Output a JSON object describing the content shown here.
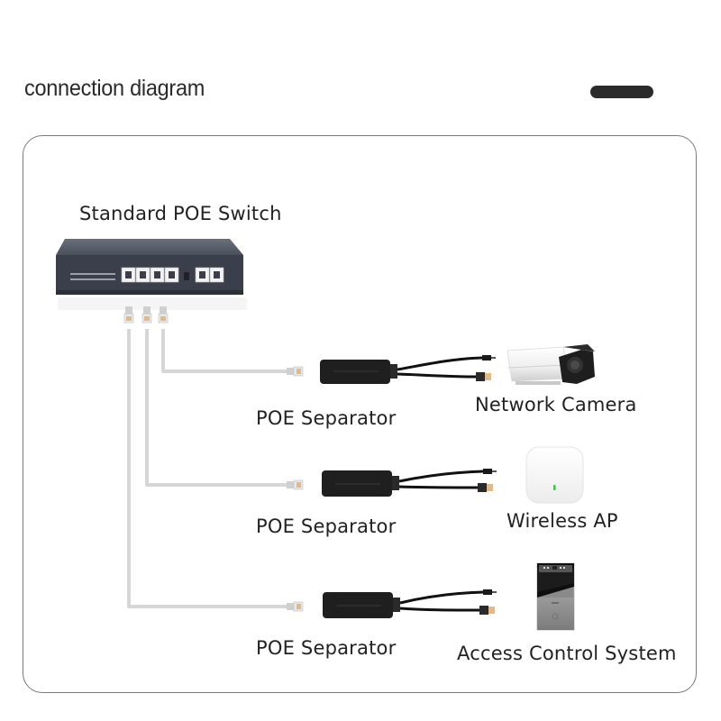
{
  "header": {
    "title": "connection diagram"
  },
  "diagram": {
    "switch": {
      "label": "Standard POE Switch",
      "icon": "poe-switch"
    },
    "rows": [
      {
        "separator_label": "POE Separator",
        "device_label": "Network Camera",
        "device_icon": "bullet-camera"
      },
      {
        "separator_label": "POE Separator",
        "device_label": "Wireless AP",
        "device_icon": "wireless-access-point"
      },
      {
        "separator_label": "POE Separator",
        "device_label": "Access Control System",
        "device_icon": "door-access-panel"
      }
    ],
    "colors": {
      "cable": "#d4d4d4",
      "separator": "#1f1f1f",
      "switch_body": "#3e4350",
      "ap_led": "#3fbf4a"
    }
  }
}
